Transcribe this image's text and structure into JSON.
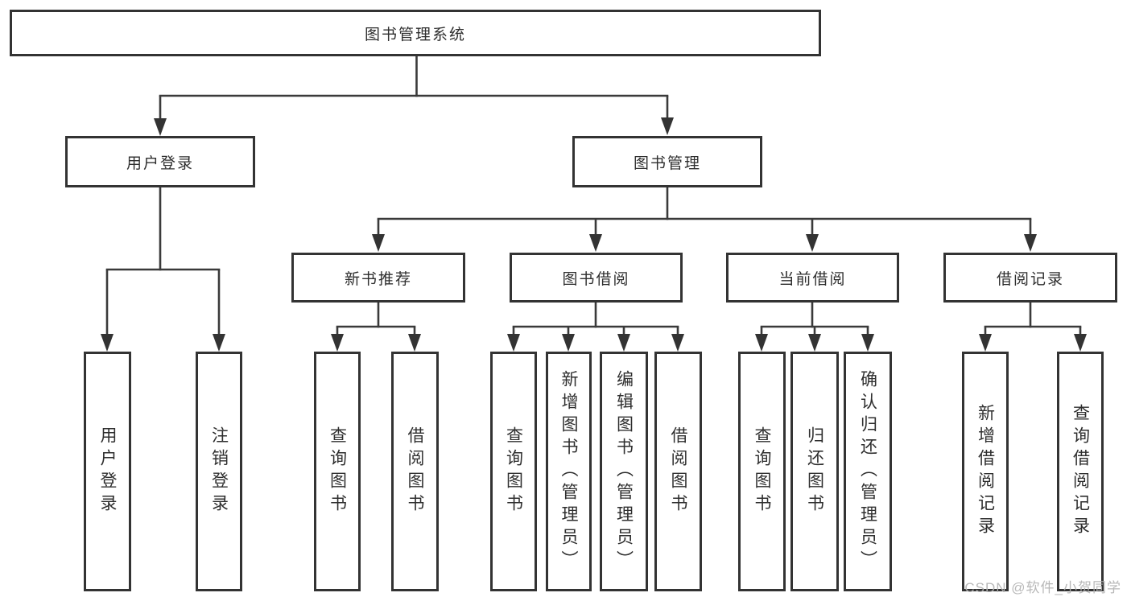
{
  "diagram": {
    "title": "图书管理系统",
    "root": {
      "label": "图书管理系统"
    },
    "level2": [
      {
        "id": "user-login",
        "label": "用户登录"
      },
      {
        "id": "book-management",
        "label": "图书管理"
      }
    ],
    "level3": [
      {
        "id": "new-book-recommend",
        "label": "新书推荐"
      },
      {
        "id": "book-borrow",
        "label": "图书借阅"
      },
      {
        "id": "current-borrow",
        "label": "当前借阅"
      },
      {
        "id": "borrow-records",
        "label": "借阅记录"
      }
    ],
    "leaves": {
      "user_login": [
        "用户登录",
        "注销登录"
      ],
      "new_book_recommend": [
        "查询图书",
        "借阅图书"
      ],
      "book_borrow": [
        "查询图书",
        "新增图书（管理员）",
        "编辑图书（管理员）",
        "借阅图书"
      ],
      "current_borrow": [
        "查询图书",
        "归还图书",
        "确认归还（管理员）"
      ],
      "borrow_records": [
        "新增借阅记录",
        "查询借阅记录"
      ]
    }
  },
  "colors": {
    "line": "#3a3a3a",
    "border": "#333333",
    "text": "#2e2e2e",
    "watermark": "#b2b2b2",
    "background": "#ffffff"
  },
  "watermark": {
    "text": "CSDN @软件_小贺同学"
  }
}
